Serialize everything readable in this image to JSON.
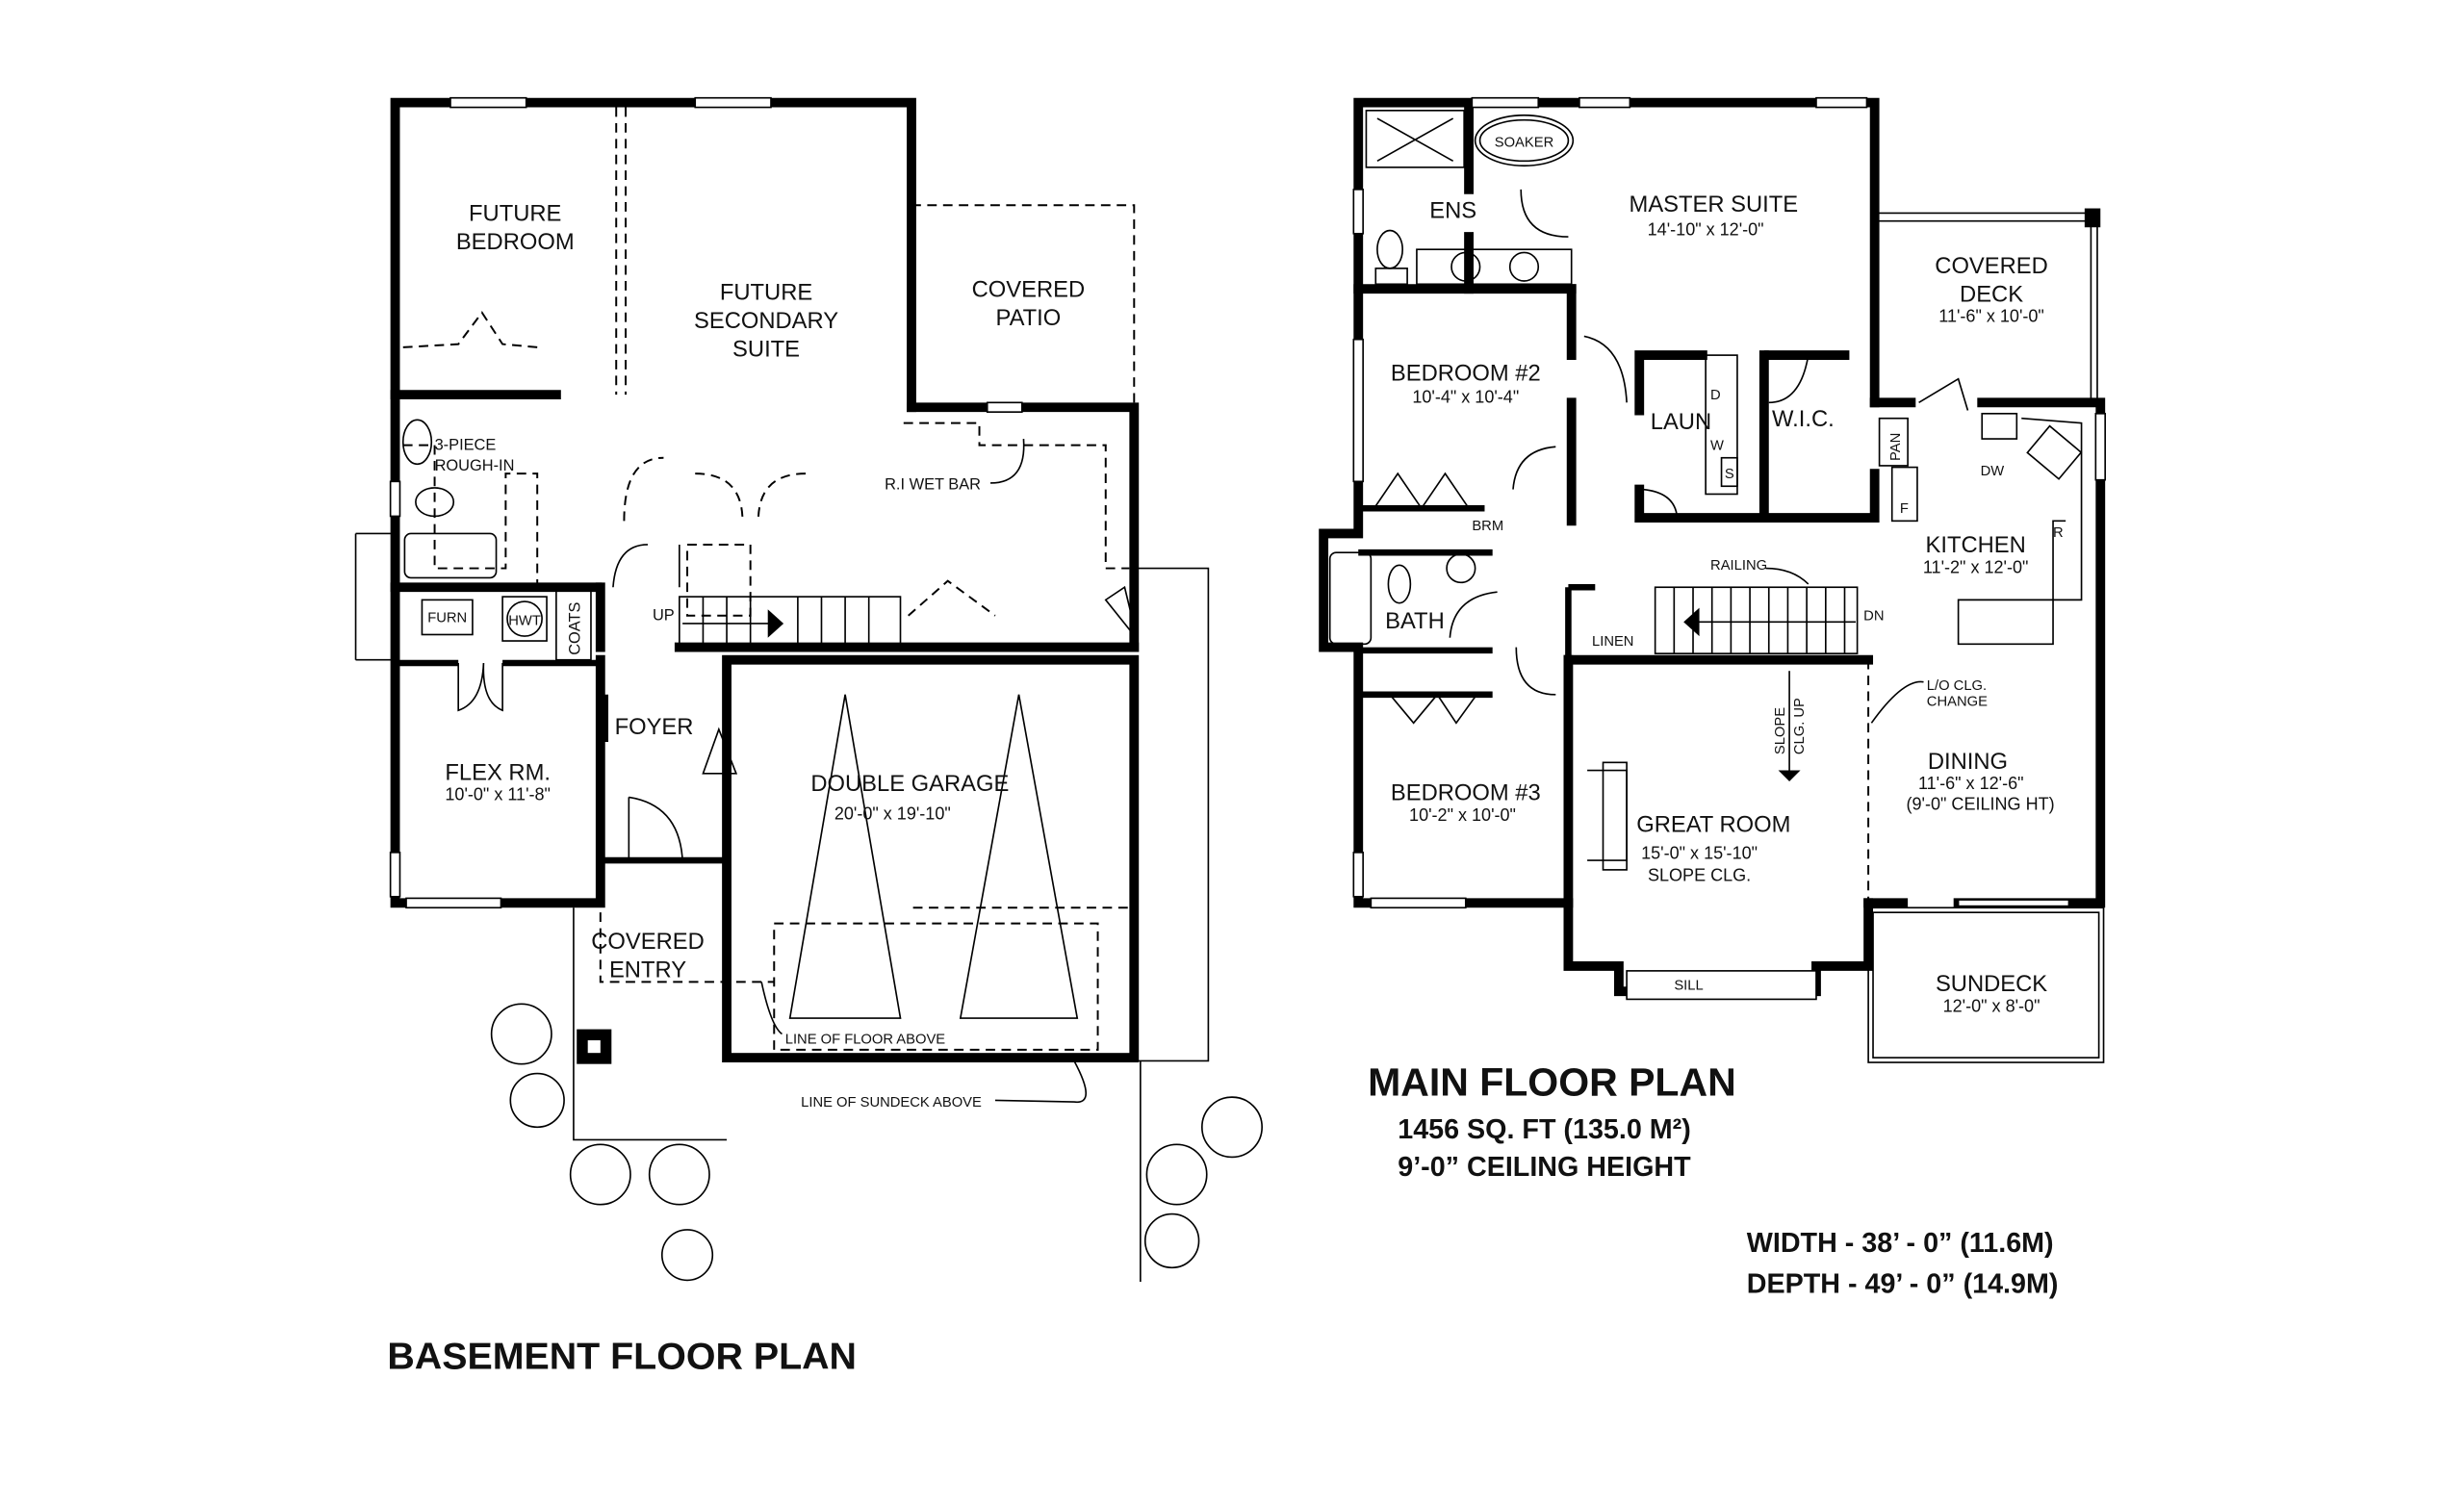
{
  "basement": {
    "title": "BASEMENT FLOOR PLAN",
    "rooms": {
      "future_bedroom": [
        "FUTURE",
        "BEDROOM"
      ],
      "secondary_suite": [
        "FUTURE",
        "SECONDARY",
        "SUITE"
      ],
      "covered_patio": [
        "COVERED",
        "PATIO"
      ],
      "rough_in": [
        "3-PIECE",
        "ROUGH-IN"
      ],
      "furnace": "FURN",
      "hwt": "HWT",
      "coats": "COATS",
      "foyer": "FOYER",
      "flex": {
        "name": "FLEX RM.",
        "dims": "10'-0\" x 11'-8\""
      },
      "garage": {
        "name": "DOUBLE GARAGE",
        "dims": "20'-0\" x 19'-10\""
      },
      "covered_entry": [
        "COVERED",
        "ENTRY"
      ]
    },
    "annotations": {
      "wet_bar": "R.I WET BAR",
      "up": "UP",
      "floor_above": "LINE OF FLOOR ABOVE",
      "sundeck_above": "LINE OF SUNDECK ABOVE"
    }
  },
  "main": {
    "title": "MAIN FLOOR PLAN",
    "area": "1456 SQ. FT (135.0 M²)",
    "ceiling": "9’-0” CEILING HEIGHT",
    "rooms": {
      "ens": "ENS",
      "soaker": "SOAKER",
      "master": {
        "name": "MASTER SUITE",
        "dims": "14'-10\" x 12'-0\""
      },
      "covered_deck": {
        "name": [
          "COVERED",
          "DECK"
        ],
        "dims": "11'-6\" x 10'-0\""
      },
      "bedroom2": {
        "name": "BEDROOM #2",
        "dims": "10'-4\" x 10'-4\""
      },
      "laun": "LAUN",
      "wic": "W.I.C.",
      "pan": "PAN",
      "kitchen": {
        "name": "KITCHEN",
        "dims": "11'-2\" x 12'-0\""
      },
      "brm": "BRM",
      "bath": "BATH",
      "linen": "LINEN",
      "bedroom3": {
        "name": "BEDROOM #3",
        "dims": "10'-2\" x 10'-0\""
      },
      "great_room": {
        "name": "GREAT ROOM",
        "dims": "15'-0\" x 15'-10\"",
        "note": "SLOPE CLG."
      },
      "dining": {
        "name": "DINING",
        "dims": "11'-6\" x 12'-6\"",
        "note": "(9'-0\" CEILING HT)"
      },
      "sundeck": {
        "name": "SUNDECK",
        "dims": "12'-0\" x 8'-0\""
      }
    },
    "annotations": {
      "d": "D",
      "w": "W",
      "s": "S",
      "f": "F",
      "r": "R",
      "dw": "DW",
      "railing": "RAILING",
      "dn": "DN",
      "slope": [
        "SLOPE",
        "CLG. UP"
      ],
      "clg_change": [
        "L/O CLG.",
        "CHANGE"
      ],
      "sill": "SILL"
    }
  },
  "overall": {
    "width": "WIDTH - 38’ - 0” (11.6M)",
    "depth": "DEPTH - 49’ - 0” (14.9M)"
  }
}
